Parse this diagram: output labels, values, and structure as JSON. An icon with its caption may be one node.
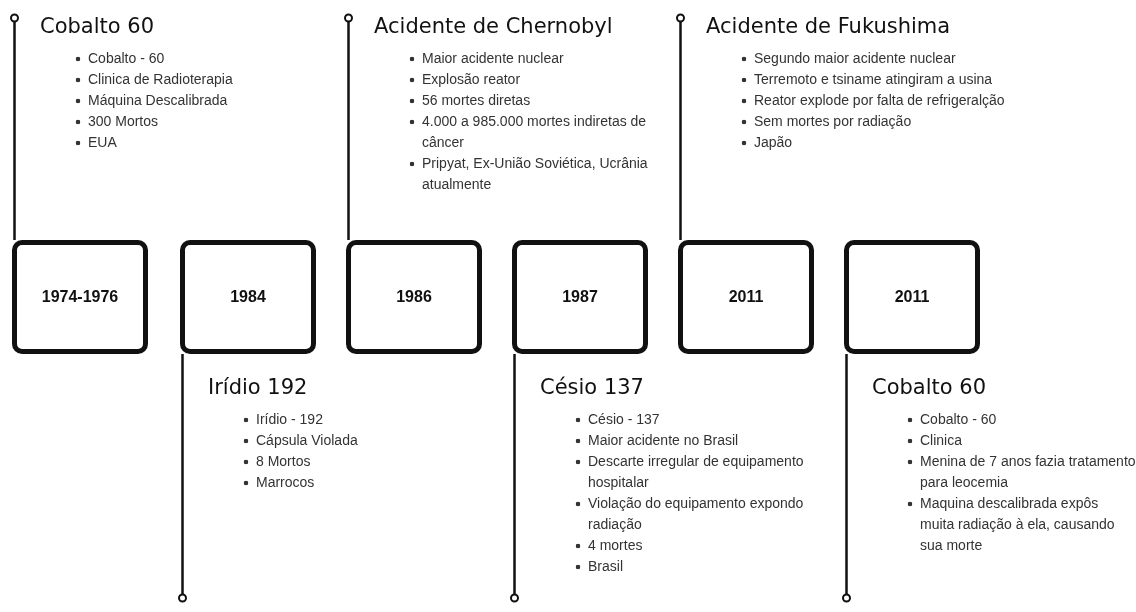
{
  "diagram": {
    "nodes": [
      {
        "text": [
          "1974-1976"
        ],
        "beside": [
          "Cobalto 60",
          "Cobalto - 60",
          "Clinica de Radioterapia",
          "Máquina Descalibrada",
          "300 Mortos",
          "EUA"
        ]
      },
      {
        "text": [
          "1984"
        ],
        "beside": [
          "Irídio 192",
          "Irídio - 192",
          "Cápsula Violada",
          "8 Mortos",
          "Marrocos"
        ]
      },
      {
        "text": [
          "1986"
        ],
        "beside": [
          "Acidente de Chernobyl",
          "Maior acidente nuclear",
          "Explosão reator",
          "56 mortes diretas",
          "4.000 a 985.000 mortes indiretas de câncer",
          "Pripyat, Ex-União Soviética, Ucrânia atualmente"
        ]
      },
      {
        "text": [
          "1987"
        ],
        "beside": [
          "Césio 137",
          "Césio - 137",
          "Maior acidente no Brasil",
          "Descarte irregular de equipamento hospitalar",
          "Violação do equipamento expondo radiação",
          "4 mortes",
          "Brasil"
        ]
      },
      {
        "text": [
          "2011"
        ],
        "beside": [
          "Acidente de Fukushima",
          "Segundo maior acidente nuclear",
          "Terremoto e tsiname atingiram a usina",
          "Reator explode por falta de refrigeralção",
          "Sem mortes por radiação",
          "Japão"
        ]
      },
      {
        "text": [
          "2011"
        ],
        "beside": [
          "Cobalto 60",
          "Cobalto - 60",
          "Clinica",
          "Menina de 7 anos fazia tratamento para leocemia",
          "Maquina descalibrada expôs muita radiação à ela, causando sua morte"
        ]
      }
    ],
    "edges": [
      {
        "from": 0,
        "to": null,
        "arrow": "other"
      },
      {
        "from": 1,
        "to": null,
        "arrow": "other"
      },
      {
        "from": 2,
        "to": null,
        "arrow": "other"
      },
      {
        "from": 3,
        "to": null,
        "arrow": "other"
      },
      {
        "from": 4,
        "to": null,
        "arrow": "other"
      },
      {
        "from": 5,
        "to": null,
        "arrow": "other"
      }
    ]
  }
}
